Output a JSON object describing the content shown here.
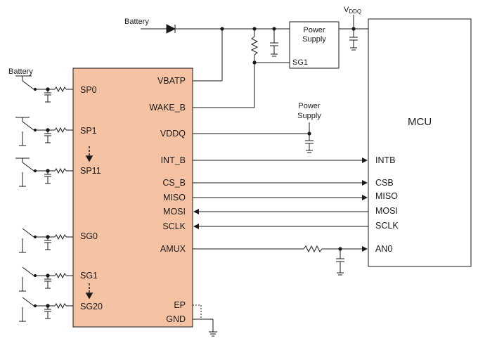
{
  "battery_top": "Battery",
  "battery_left": "Battery",
  "vddq": "V",
  "vddq_sub": "DDQ",
  "power_supply_top": [
    "Power",
    "Supply"
  ],
  "power_supply_mid": [
    "Power",
    "Supply"
  ],
  "sg1_supply_pin": "SG1",
  "mcu_title": "MCU",
  "chip_left_pins": [
    "SP0",
    "SP1",
    "SP11",
    "SG0",
    "SG1",
    "SG20"
  ],
  "chip_right_pins": [
    "VBATP",
    "WAKE_B",
    "VDDQ",
    "INT_B",
    "CS_B",
    "MISO",
    "MOSI",
    "SCLK",
    "AMUX",
    "EP",
    "GND"
  ],
  "mcu_pins": [
    "INTB",
    "CSB",
    "MISO",
    "MOSI",
    "SCLK",
    "AN0"
  ],
  "colors": {
    "chip_fill": "#f5c2a3",
    "line": "#1a1a1a"
  }
}
